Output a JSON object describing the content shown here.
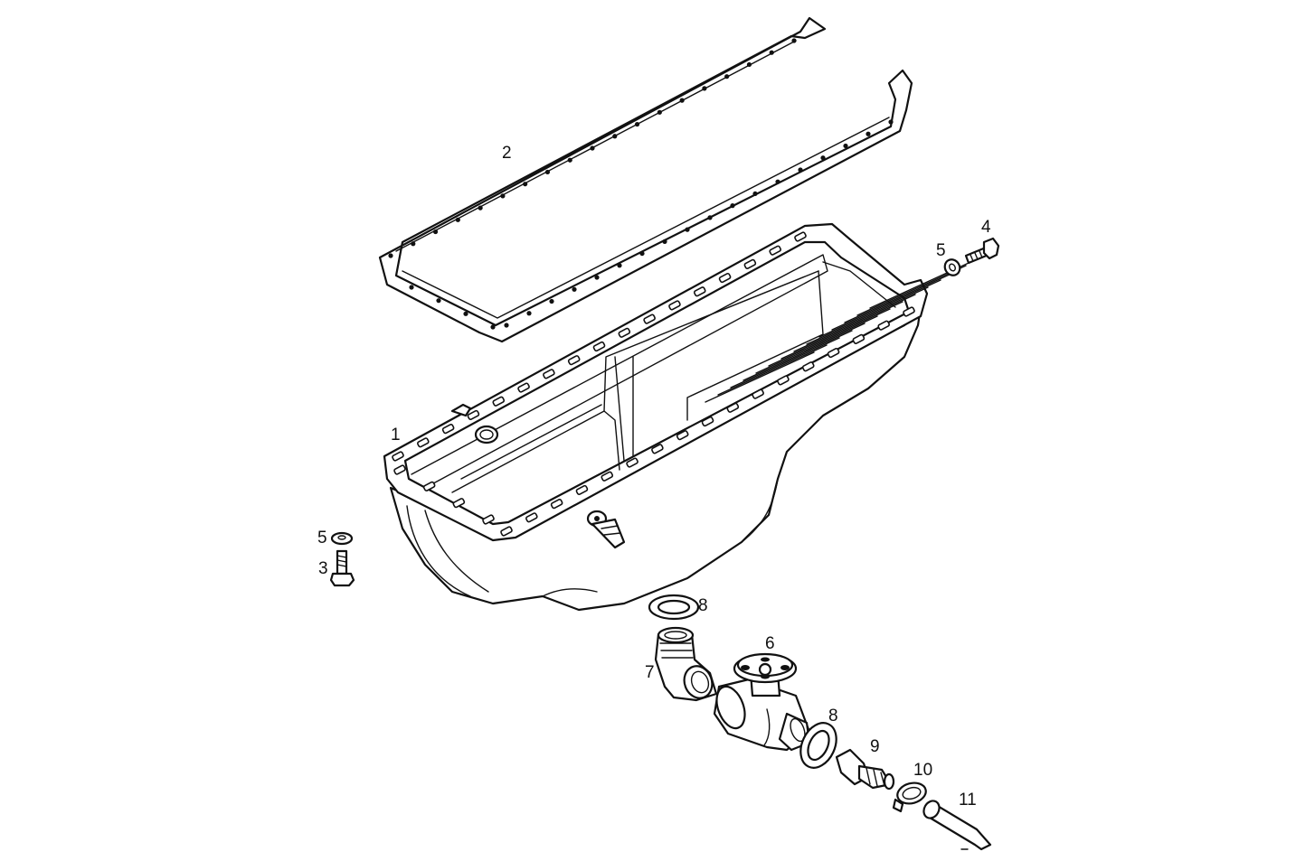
{
  "callouts": {
    "oil_pan": "1",
    "gasket": "2",
    "bolt_left": "3",
    "bolt_right": "4",
    "washer_right": "5",
    "washer_left": "5",
    "drain_valve": "6",
    "elbow_fitting": "7",
    "seal_ring_upper": "8",
    "seal_ring_lower": "8",
    "hose_nipple": "9",
    "hose_clamp": "10",
    "hose": "11"
  },
  "colors": {
    "line": "#111111",
    "background": "#ffffff"
  }
}
